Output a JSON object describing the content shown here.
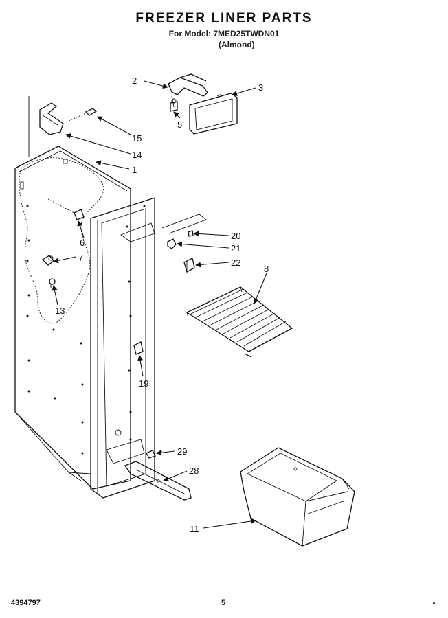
{
  "header": {
    "title": "FREEZER LINER PARTS",
    "model_line": "For Model: 7MED25TWDN01",
    "color_line": "(Almond)"
  },
  "callouts": [
    "1",
    "2",
    "3",
    "5",
    "6",
    "7",
    "8",
    "11",
    "13",
    "14",
    "15",
    "19",
    "20",
    "21",
    "22",
    "28",
    "29"
  ],
  "footer": {
    "doc_number": "4394797",
    "page_number": "5"
  }
}
